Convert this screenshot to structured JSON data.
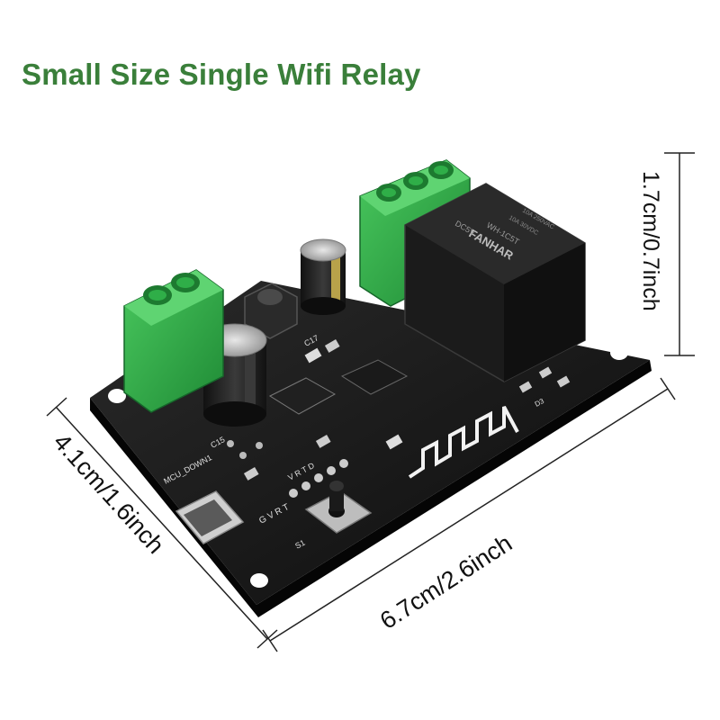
{
  "title": "Small Size Single Wifi Relay",
  "dimensions": {
    "height": "1.7cm/0.7inch",
    "width": "4.1cm/1.6inch",
    "length": "6.7cm/2.6inch"
  },
  "board": {
    "relay_brand": "FANHAR",
    "relay_model": "WH-1C5T",
    "relay_voltage": "DC5V",
    "relay_rating_1": "10A 250VAC",
    "relay_rating_2": "10A 30VDC",
    "label_mcu": "MCU_DOWN1",
    "label_pins": "G V R T",
    "label_pins_top": "V R T D",
    "label_c15": "C15",
    "label_c17": "C17",
    "label_s1": "S1",
    "label_d3": "D3"
  },
  "colors": {
    "title": "#3a7f3a",
    "pcb": "#141414",
    "terminal": "#2fae48",
    "relay": "#1b1b1b"
  }
}
